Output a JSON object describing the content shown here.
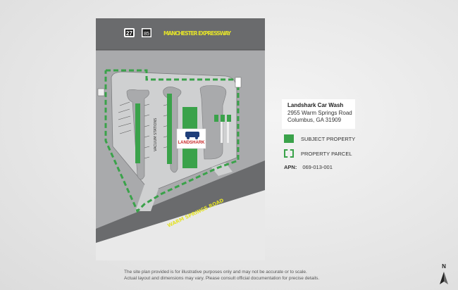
{
  "map": {
    "top_road": "MANCHESTER EXPRESSWAY",
    "bottom_road": "WARM SPRINGS ROAD",
    "route_shields": [
      "27",
      "85"
    ],
    "vacuum_label": "VACUUM STATIONS",
    "logo_text": "LANDSHARK",
    "colors": {
      "subject": "#3aa24a",
      "parcel": "#3aa24a",
      "road_dark": "#6a6b6d",
      "lot": "#cfd0d1",
      "land": "#a9aaac",
      "road_label": "#e3e22a"
    }
  },
  "info": {
    "name": "Landshark Car Wash",
    "address1": "2955 Warm Springs Road",
    "address2": "Columbus, GA 31909"
  },
  "legend": {
    "subject": "SUBJECT PROPERTY",
    "parcel": "PROPERTY PARCEL",
    "apn_label": "APN:",
    "apn_value": "069-013-001"
  },
  "disclaimer": {
    "line1": "The site plan provided is for illustrative purposes only and may not be accurate or to scale.",
    "line2": "Actual layout and dimensions may vary. Please consult official documentation for precise details."
  },
  "north_label": "N"
}
